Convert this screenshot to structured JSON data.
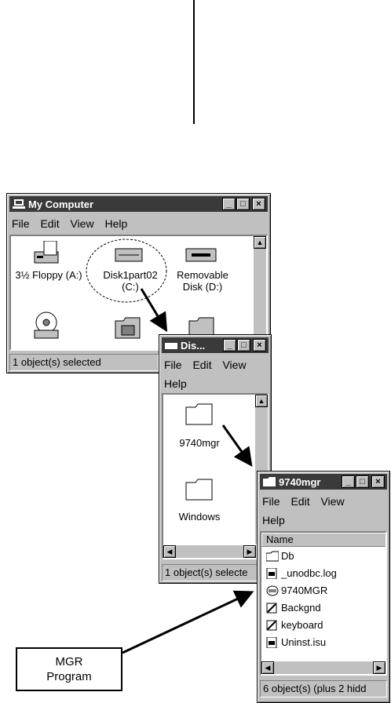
{
  "win1": {
    "title": "My Computer",
    "menu": [
      "File",
      "Edit",
      "View",
      "Help"
    ],
    "icons": [
      "3½ Floppy (A:)",
      "Disk1part02\n(C:)",
      "Removable\nDisk (D:)"
    ],
    "icons_row2": [
      "cd-drive",
      "control-panel",
      "printers"
    ],
    "status": "1 object(s) selected"
  },
  "win2": {
    "title": "Dis...",
    "menu1": [
      "File",
      "Edit",
      "View"
    ],
    "menu2": [
      "Help"
    ],
    "folders": [
      "9740mgr",
      "Windows"
    ],
    "status": "1 object(s) selecte"
  },
  "win3": {
    "title": "9740mgr",
    "menu1": [
      "File",
      "Edit",
      "View"
    ],
    "menu2": [
      "Help"
    ],
    "column": "Name",
    "files": [
      {
        "name": "Db",
        "icon": "folder-icon"
      },
      {
        "name": "_unodbc.log",
        "icon": "log-file-icon"
      },
      {
        "name": "9740MGR",
        "icon": "program-icon"
      },
      {
        "name": "Backgnd",
        "icon": "shortcut-icon"
      },
      {
        "name": "keyboard",
        "icon": "shortcut-icon"
      },
      {
        "name": "Uninst.isu",
        "icon": "file-icon"
      }
    ],
    "status": "6 object(s) (plus 2 hidd"
  },
  "callout": {
    "line1": "MGR",
    "line2": "Program"
  },
  "controls": {
    "minimize": "_",
    "maximize": "□",
    "close": "×"
  },
  "accent": "#3a3a3a"
}
